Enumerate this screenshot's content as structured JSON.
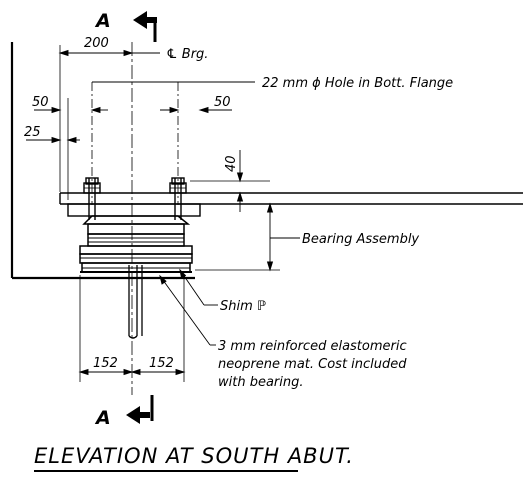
{
  "section_marker": {
    "letter": "A"
  },
  "dimensions": {
    "width_200": "200",
    "left_50": "50",
    "left_25": "25",
    "right_50": "50",
    "height_40": "40",
    "bottom_left_152": "152",
    "bottom_right_152": "152"
  },
  "callouts": {
    "centerline_bearing": "℄ Brg.",
    "hole": "22 mm ϕ Hole in Bott. Flange",
    "bearing_assembly": "Bearing Assembly",
    "shim": "Shim ℙ",
    "neoprene_line1": "3 mm reinforced elastomeric",
    "neoprene_line2": "neoprene mat.  Cost included",
    "neoprene_line3": "with bearing."
  },
  "title": "ELEVATION AT SOUTH ABUT."
}
